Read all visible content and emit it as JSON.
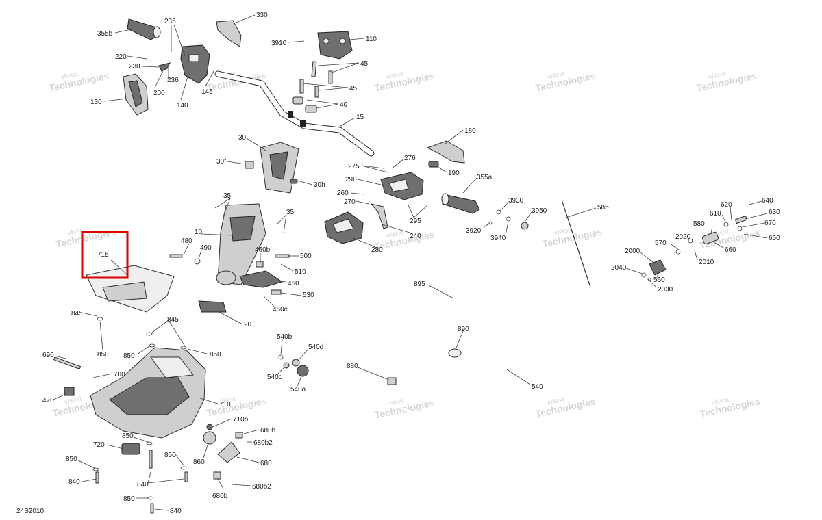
{
  "diagram_code": "24S2010",
  "watermark": {
    "line1": "vNext",
    "line2": "Technologies"
  },
  "highlight_label": "715",
  "callouts": {
    "c330": "330",
    "c355b": "355b",
    "c235": "235",
    "c220": "220",
    "c230": "230",
    "c236": "236",
    "c200": "200",
    "c140": "140",
    "c145": "145",
    "c130": "130",
    "c3910": "3910",
    "c110": "110",
    "c45a": "45",
    "c45b": "45",
    "c40": "40",
    "c15": "15",
    "c180": "180",
    "c30": "30",
    "c30f": "30f",
    "c30h": "30h",
    "c275": "275",
    "c276": "276",
    "c190": "190",
    "c290": "290",
    "c355a": "355a",
    "c260": "260",
    "c270": "270",
    "c295": "295",
    "c240": "240",
    "c280": "280",
    "c3930": "3930",
    "c3950": "3950",
    "c3920": "3920",
    "c3940": "3940",
    "c585": "585",
    "c35a": "35",
    "c35b": "35",
    "c10": "10",
    "c480": "480",
    "c490": "490",
    "c460b": "460b",
    "c500": "500",
    "c510": "510",
    "c460": "460",
    "c530": "530",
    "c460c": "460c",
    "c20": "20",
    "c640": "640",
    "c620": "620",
    "c630": "630",
    "c610": "610",
    "c670": "670",
    "c580": "580",
    "c650": "650",
    "c2020": "2020",
    "c570": "570",
    "c660": "660",
    "c2010": "2010",
    "c2000": "2000",
    "c2040": "2040",
    "c560": "560",
    "c2030": "2030",
    "c895": "895",
    "c890": "890",
    "c845a": "845",
    "c845b": "845",
    "c850a": "850",
    "c850b": "850",
    "c850c": "850",
    "c690": "690",
    "c700": "700",
    "c470": "470",
    "c710": "710",
    "c710b": "710b",
    "c680b": "680b",
    "c680b2a": "680b2",
    "c680": "680",
    "c680b2b": "680b2",
    "c680bb": "680b",
    "c860": "860",
    "c720": "720",
    "c850d": "850",
    "c850e": "850",
    "c850f": "850",
    "c850g": "850",
    "c840a": "840",
    "c840b": "840",
    "c840c": "840",
    "c540b": "540b",
    "c540d": "540d",
    "c540c": "540c",
    "c540a": "540a",
    "c880": "880",
    "c540": "540"
  }
}
